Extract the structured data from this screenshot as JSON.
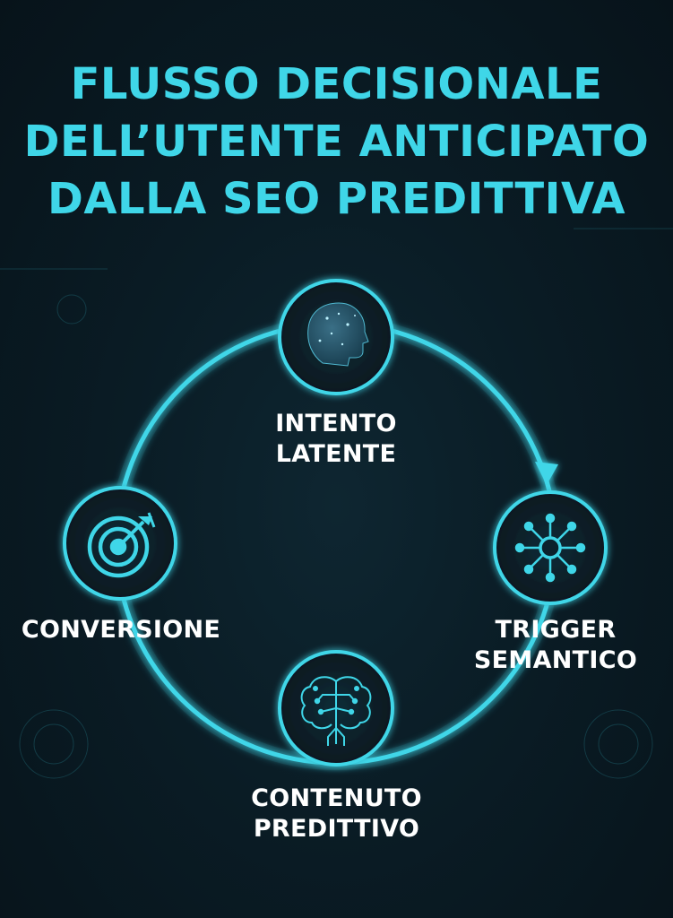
{
  "title": {
    "line1": "FLUSSO DECISIONALE",
    "line2": "DELL’UTENTE ANTICIPATO",
    "line3": "DALLA SEO PREDITTIVA"
  },
  "nodes": {
    "intento": {
      "line1": "INTENTO",
      "line2": "LATENTE",
      "icon": "head-profile-icon"
    },
    "trigger": {
      "line1": "TRIGGER",
      "line2": "SEMANTICO",
      "icon": "network-icon"
    },
    "contenuto": {
      "line1": "CONTENUTO",
      "line2": "PREDITTIVO",
      "icon": "brain-icon"
    },
    "conversione": {
      "line1": "CONVERSIONE",
      "icon": "target-icon"
    }
  },
  "colors": {
    "accent": "#3fd6e8",
    "background": "#0a1c25",
    "label": "#ffffff"
  }
}
